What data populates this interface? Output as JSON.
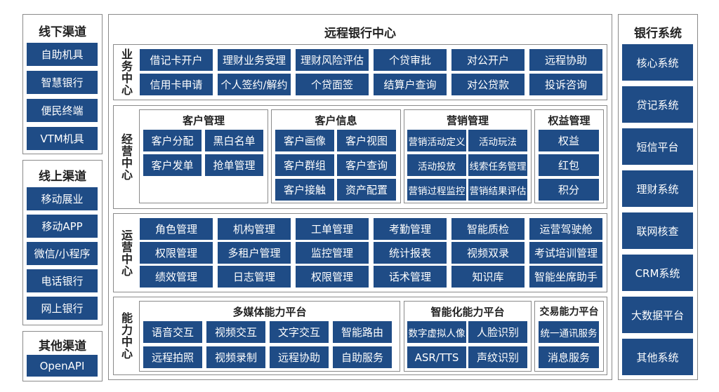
{
  "offline": {
    "title": "线下渠道",
    "items": [
      "自助机具",
      "智慧银行",
      "便民终端",
      "VTM机具"
    ]
  },
  "online": {
    "title": "线上渠道",
    "items": [
      "移动展业",
      "移动APP",
      "微信/小程序",
      "电话银行",
      "网上银行"
    ]
  },
  "other": {
    "title": "其他渠道",
    "items": [
      "OpenAPI"
    ]
  },
  "center": {
    "title": "远程银行中心"
  },
  "business": {
    "label": [
      "业",
      "务",
      "中",
      "心"
    ],
    "rows": [
      [
        "借记卡开户",
        "理财业务受理",
        "理财风险评估",
        "个贷审批",
        "对公开户",
        "远程协助"
      ],
      [
        "信用卡申请",
        "个人签约/解约",
        "个贷面签",
        "结算户查询",
        "对公贷款",
        "投诉咨询"
      ]
    ]
  },
  "operation": {
    "label": [
      "经",
      "营",
      "中",
      "心"
    ],
    "groups": [
      {
        "title": "客户管理",
        "items": [
          "客户分配",
          "黑白名单",
          "客户发单",
          "抢单管理"
        ]
      },
      {
        "title": "客户信息",
        "items": [
          "客户画像",
          "客户视图",
          "客户群组",
          "客户查询",
          "客户接触",
          "资产配置"
        ]
      },
      {
        "title": "营销管理",
        "items": [
          "营销活动定义",
          "活动玩法",
          "活动投放",
          "线索任务管理",
          "营销过程监控",
          "营销结果评估"
        ]
      },
      {
        "title": "权益管理",
        "items": [
          "权益",
          "红包",
          "积分"
        ]
      }
    ]
  },
  "ops": {
    "label": [
      "运",
      "营",
      "中",
      "心"
    ],
    "rows": [
      [
        "角色管理",
        "机构管理",
        "工单管理",
        "考勤管理",
        "智能质检",
        "运营驾驶舱"
      ],
      [
        "权限管理",
        "多租户管理",
        "监控管理",
        "统计报表",
        "视频双录",
        "考试培训管理"
      ],
      [
        "绩效管理",
        "日志管理",
        "权限管理",
        "话术管理",
        "知识库",
        "智能坐席助手"
      ]
    ]
  },
  "capability": {
    "label": [
      "能",
      "力",
      "中",
      "心"
    ],
    "groups": [
      {
        "title": "多媒体能力平台",
        "items": [
          "语音交互",
          "视频交互",
          "文字交互",
          "智能路由",
          "远程拍照",
          "视频录制",
          "远程协助",
          "自助服务"
        ]
      },
      {
        "title": "智能化能力平台",
        "items": [
          "数字虚拟人像",
          "人脸识别",
          "ASR/TTS",
          "声纹识别"
        ]
      },
      {
        "title": "交易能力平台",
        "items": [
          "统一通讯服务",
          "消息服务"
        ]
      }
    ]
  },
  "bank": {
    "title": "银行系统",
    "items": [
      "核心系统",
      "贷记系统",
      "短信平台",
      "理财系统",
      "联网核查",
      "CRM系统",
      "大数据平台",
      "其他系统"
    ]
  },
  "colors": {
    "block": "#1f4c86",
    "border": "#8a8a8a"
  }
}
